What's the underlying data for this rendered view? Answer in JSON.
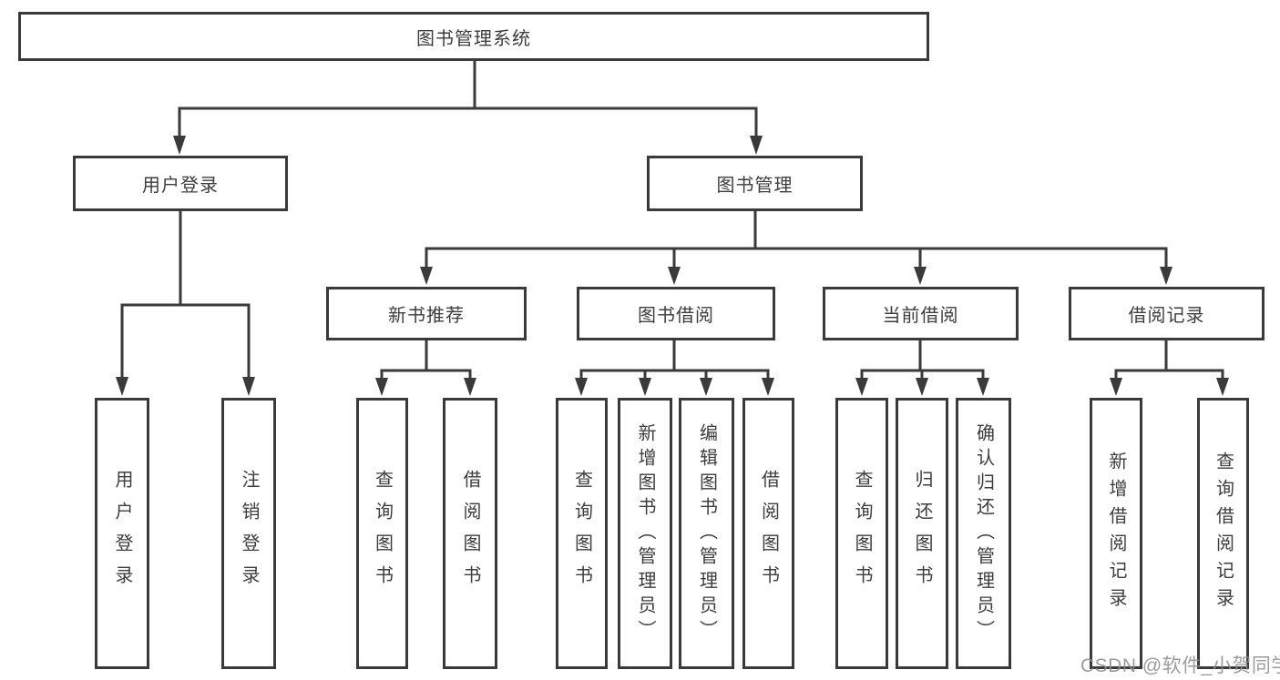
{
  "tree": {
    "label": "图书管理系统",
    "children": [
      {
        "label": "用户登录",
        "children": [
          {
            "label": "用户登录"
          },
          {
            "label": "注销登录"
          }
        ]
      },
      {
        "label": "图书管理",
        "children": [
          {
            "label": "新书推荐",
            "children": [
              {
                "label": "查询图书"
              },
              {
                "label": "借阅图书"
              }
            ]
          },
          {
            "label": "图书借阅",
            "children": [
              {
                "label": "查询图书"
              },
              {
                "label": "新增图书（管理员）"
              },
              {
                "label": "编辑图书（管理员）"
              },
              {
                "label": "借阅图书"
              }
            ]
          },
          {
            "label": "当前借阅",
            "children": [
              {
                "label": "查询图书"
              },
              {
                "label": "归还图书"
              },
              {
                "label": "确认归还（管理员）"
              }
            ]
          },
          {
            "label": "借阅记录",
            "children": [
              {
                "label": "新增借阅记录"
              },
              {
                "label": "查询借阅记录"
              }
            ]
          }
        ]
      }
    ]
  },
  "watermark": {
    "text": "CSDN @软件_小贺同学"
  },
  "colors": {
    "line": "#3a3a3a",
    "text": "#3d3d3d",
    "watermark": "#8f8f8f",
    "background": "#ffffff"
  }
}
